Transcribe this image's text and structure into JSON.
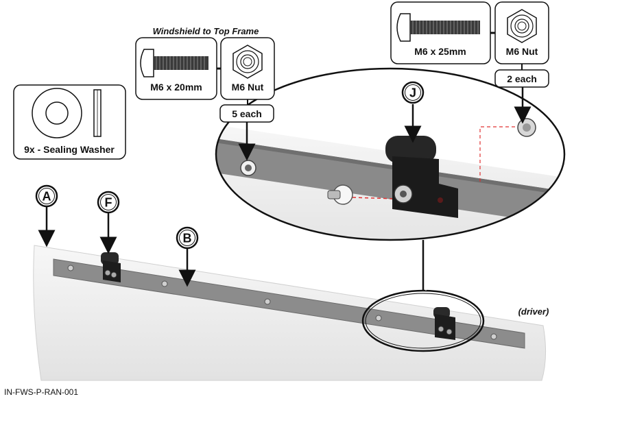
{
  "header": {
    "frame_title": "Windshield to Top Frame"
  },
  "hardware": {
    "bolt_20": "M6 x 20mm",
    "nut_a": "M6 Nut",
    "qty_a": "5 each",
    "bolt_25": "M6 x 25mm",
    "nut_b": "M6 Nut",
    "qty_b": "2 each",
    "washer": "9x - Sealing Washer"
  },
  "callouts": {
    "a": "A",
    "b": "B",
    "f": "F",
    "j": "J"
  },
  "notes": {
    "driver": "(driver)"
  },
  "footer": {
    "part_code": "IN-FWS-P-RAN-001"
  }
}
